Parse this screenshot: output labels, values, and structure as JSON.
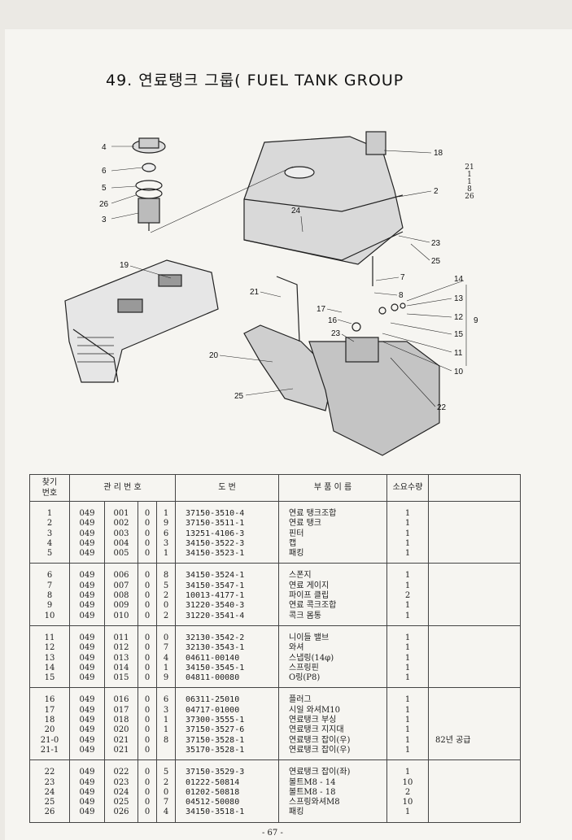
{
  "title": "49. 연료탱크 그룹( FUEL TANK GROUP",
  "callouts": [
    "4",
    "6",
    "5",
    "26",
    "3",
    "19",
    "18",
    "2",
    "24",
    "23",
    "25",
    "7",
    "21",
    "8",
    "14",
    "13",
    "9",
    "12",
    "17",
    "16",
    "15",
    "11",
    "20",
    "23",
    "10",
    "25",
    "22"
  ],
  "sidenote": [
    "21",
    "1",
    "1",
    "8",
    "26"
  ],
  "table": {
    "headers": [
      "찾기\n번호",
      "관 리 번 호",
      "도 번",
      "부 품 이 름",
      "소요수량",
      ""
    ],
    "groups": [
      [
        [
          "1",
          "049",
          "001",
          "0",
          "1",
          "37150-3510-4",
          "연료 탱크조합",
          "1",
          ""
        ],
        [
          "2",
          "049",
          "002",
          "0",
          "9",
          "37150-3511-1",
          "연료 탱크",
          "1",
          ""
        ],
        [
          "3",
          "049",
          "003",
          "0",
          "6",
          "13251-4106-3",
          "핀터",
          "1",
          ""
        ],
        [
          "4",
          "049",
          "004",
          "0",
          "3",
          "34150-3522-3",
          "캡",
          "1",
          ""
        ],
        [
          "5",
          "049",
          "005",
          "0",
          "1",
          "34150-3523-1",
          "패킹",
          "1",
          ""
        ]
      ],
      [
        [
          "6",
          "049",
          "006",
          "0",
          "8",
          "34150-3524-1",
          "스폰지",
          "1",
          ""
        ],
        [
          "7",
          "049",
          "007",
          "0",
          "5",
          "34150-3547-1",
          "연료 게이지",
          "1",
          ""
        ],
        [
          "8",
          "049",
          "008",
          "0",
          "2",
          "10013-4177-1",
          "파이프 클립",
          "2",
          ""
        ],
        [
          "9",
          "049",
          "009",
          "0",
          "0",
          "31220-3540-3",
          "연료 콕크조합",
          "1",
          ""
        ],
        [
          "10",
          "049",
          "010",
          "0",
          "2",
          "31220-3541-4",
          "콕크 몸통",
          "1",
          ""
        ]
      ],
      [
        [
          "11",
          "049",
          "011",
          "0",
          "0",
          "32130-3542-2",
          "니이들 밸브",
          "1",
          ""
        ],
        [
          "12",
          "049",
          "012",
          "0",
          "7",
          "32130-3543-1",
          "와셔",
          "1",
          ""
        ],
        [
          "13",
          "049",
          "013",
          "0",
          "4",
          "04611-00140",
          "스냅링(14φ)",
          "1",
          ""
        ],
        [
          "14",
          "049",
          "014",
          "0",
          "1",
          "34150-3545-1",
          "스프링핀",
          "1",
          ""
        ],
        [
          "15",
          "049",
          "015",
          "0",
          "9",
          "04811-00080",
          "O링(P8)",
          "1",
          ""
        ]
      ],
      [
        [
          "16",
          "049",
          "016",
          "0",
          "6",
          "06311-25010",
          "플러그",
          "1",
          ""
        ],
        [
          "17",
          "049",
          "017",
          "0",
          "3",
          "04717-01000",
          "시일 와셔M10",
          "1",
          ""
        ],
        [
          "18",
          "049",
          "018",
          "0",
          "1",
          "37300-3555-1",
          "연료탱크 부싱",
          "1",
          ""
        ],
        [
          "20",
          "049",
          "020",
          "0",
          "1",
          "37150-3527-6",
          "연료탱크 지지대",
          "1",
          ""
        ],
        [
          "21-0",
          "049",
          "021",
          "0",
          "8",
          "37150-3528-1",
          "연료탱크 잡이(우)",
          "1",
          "82년 공급"
        ],
        [
          "21-1",
          "049",
          "021",
          "0",
          "",
          "35170-3528-1",
          "연료탱크 잡이(우)",
          "1",
          ""
        ]
      ],
      [
        [
          "22",
          "049",
          "022",
          "0",
          "5",
          "37150-3529-3",
          "연료탱크 잡이(좌)",
          "1",
          ""
        ],
        [
          "23",
          "049",
          "023",
          "0",
          "2",
          "01222-50814",
          "볼트M8 - 14",
          "10",
          ""
        ],
        [
          "24",
          "049",
          "024",
          "0",
          "0",
          "01202-50818",
          "볼트M8 - 18",
          "2",
          ""
        ],
        [
          "25",
          "049",
          "025",
          "0",
          "7",
          "04512-50080",
          "스프링와셔M8",
          "10",
          ""
        ],
        [
          "26",
          "049",
          "026",
          "0",
          "4",
          "34150-3518-1",
          "패킹",
          "1",
          ""
        ]
      ]
    ]
  },
  "page_number": "- 67 -"
}
